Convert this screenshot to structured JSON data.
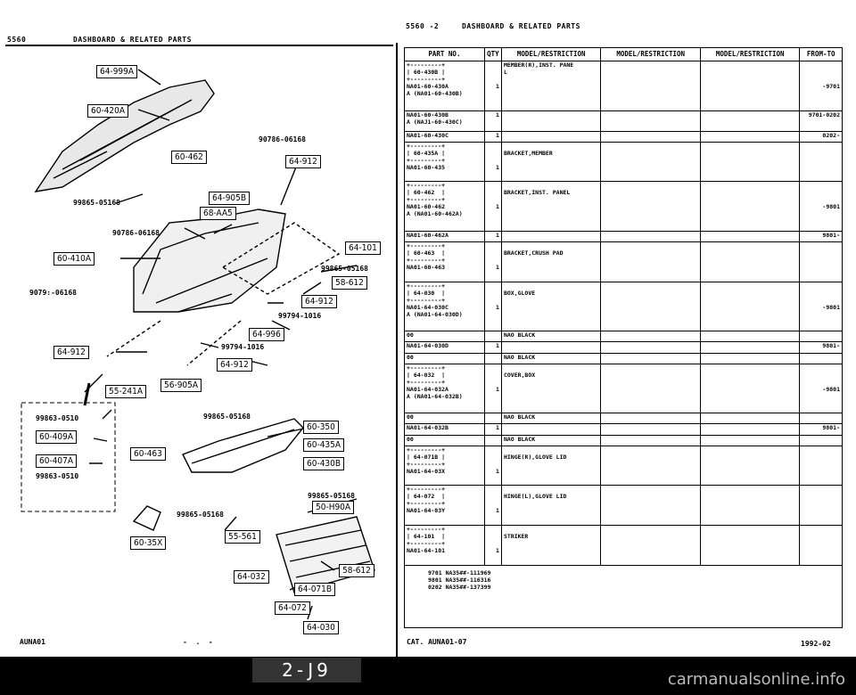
{
  "left_header": {
    "code": "5560",
    "title": "DASHBOARD & RELATED PARTS"
  },
  "right_header": {
    "code": "5560 -2",
    "title": "DASHBOARD & RELATED PARTS"
  },
  "diagram": {
    "boxes": [
      "64-999A",
      "60-420A",
      "60-462",
      "64-912",
      "64-905B",
      "68-AA5",
      "64-101",
      "60-410A",
      "58-612",
      "64-912",
      "64-996",
      "64-912",
      "64-912",
      "55-241A",
      "56-905A",
      "60-409A",
      "60-407A",
      "60-350",
      "60-435A",
      "60-463",
      "60-430B",
      "50-H90A",
      "60-35X",
      "55-561",
      "58-612",
      "64-032",
      "64-071B",
      "64-072",
      "64-030"
    ],
    "labels": [
      "90786-06168",
      "99865-05168",
      "90786-06168",
      "99865-05168",
      "9079:-06168",
      "99794-1016",
      "99794-1016",
      "99863-0510",
      "99863-0510",
      "99865-05168",
      "99865-05168",
      "99865-05168"
    ]
  },
  "table": {
    "headers": [
      "PART NO.",
      "QTY",
      "MODEL/RESTRICTION",
      "MODEL/RESTRICTION",
      "MODEL/RESTRICTION",
      "FROM-TO"
    ],
    "rows": [
      {
        "part": [
          "+---------+",
          "| 60-430B |",
          "+---------+",
          "NA01-60-430A",
          "A (NA01-60-430B)"
        ],
        "qty": [
          "",
          "",
          "",
          "1",
          ""
        ],
        "model": [
          "MEMBER(R),INST. PANE",
          "L",
          "",
          "",
          ""
        ],
        "from": [
          "",
          "",
          "",
          "-9701",
          ""
        ]
      },
      {
        "part": [
          "NA01-60-430B",
          "A (NAJ1-60-430C)"
        ],
        "qty": [
          "1",
          ""
        ],
        "model": [
          "",
          ""
        ],
        "from": [
          "9701-0202",
          ""
        ]
      },
      {
        "part": [
          "NA01-60-430C"
        ],
        "qty": [
          "1"
        ],
        "model": [
          ""
        ],
        "from": [
          "0202-"
        ]
      },
      {
        "part": [
          "+---------+",
          "| 60-435A |",
          "+---------+",
          "NA01-60-435"
        ],
        "qty": [
          "",
          "",
          "",
          "1"
        ],
        "model": [
          "",
          "BRACKET,MEMBER",
          "",
          ""
        ],
        "from": [
          "",
          "",
          "",
          ""
        ]
      },
      {
        "part": [
          "+---------+",
          "| 60-462  |",
          "+---------+",
          "NA01-60-462",
          "A (NA01-60-462A)"
        ],
        "qty": [
          "",
          "",
          "",
          "1",
          ""
        ],
        "model": [
          "",
          "BRACKET,INST. PANEL",
          "",
          "",
          ""
        ],
        "from": [
          "",
          "",
          "",
          "-9801",
          ""
        ]
      },
      {
        "part": [
          "NA01-60-462A"
        ],
        "qty": [
          "1"
        ],
        "model": [
          ""
        ],
        "from": [
          "9801-"
        ]
      },
      {
        "part": [
          "+---------+",
          "| 60-463  |",
          "+---------+",
          "NA01-60-463"
        ],
        "qty": [
          "",
          "",
          "",
          "1"
        ],
        "model": [
          "",
          "BRACKET,CRUSH PAD",
          "",
          ""
        ],
        "from": [
          "",
          "",
          "",
          ""
        ]
      },
      {
        "part": [
          "+---------+",
          "| 64-030  |",
          "+---------+",
          "NA01-64-030C",
          "A (NA01-64-030D)"
        ],
        "qty": [
          "",
          "",
          "",
          "1",
          ""
        ],
        "model": [
          "",
          "BOX,GLOVE",
          "",
          "",
          ""
        ],
        "from": [
          "",
          "",
          "",
          "-9801",
          ""
        ]
      },
      {
        "part": [
          "00"
        ],
        "qty": [
          ""
        ],
        "model": [
          "NAO BLACK"
        ],
        "from": [
          ""
        ]
      },
      {
        "part": [
          "NA01-64-030D"
        ],
        "qty": [
          "1"
        ],
        "model": [
          ""
        ],
        "from": [
          "9801-"
        ]
      },
      {
        "part": [
          "00"
        ],
        "qty": [
          ""
        ],
        "model": [
          "NAO BLACK"
        ],
        "from": [
          ""
        ]
      },
      {
        "part": [
          "+---------+",
          "| 64-032  |",
          "+---------+",
          "NA01-64-032A",
          "A (NA01-64-032B)"
        ],
        "qty": [
          "",
          "",
          "",
          "1",
          ""
        ],
        "model": [
          "",
          "COVER,BOX",
          "",
          "",
          ""
        ],
        "from": [
          "",
          "",
          "",
          "-9801",
          ""
        ]
      },
      {
        "part": [
          "00"
        ],
        "qty": [
          ""
        ],
        "model": [
          "NAO BLACK"
        ],
        "from": [
          ""
        ]
      },
      {
        "part": [
          "NA01-64-032B"
        ],
        "qty": [
          "1"
        ],
        "model": [
          ""
        ],
        "from": [
          "9801-"
        ]
      },
      {
        "part": [
          "00"
        ],
        "qty": [
          ""
        ],
        "model": [
          "NAO BLACK"
        ],
        "from": [
          ""
        ]
      },
      {
        "part": [
          "+---------+",
          "| 64-071B |",
          "+---------+",
          "NA01-64-03X"
        ],
        "qty": [
          "",
          "",
          "",
          "1"
        ],
        "model": [
          "",
          "HINGE(R),GLOVE LID",
          "",
          ""
        ],
        "from": [
          "",
          "",
          "",
          ""
        ]
      },
      {
        "part": [
          "+---------+",
          "| 64-072  |",
          "+---------+",
          "NA01-64-03Y"
        ],
        "qty": [
          "",
          "",
          "",
          "1"
        ],
        "model": [
          "",
          "HINGE(L),GLOVE LID",
          "",
          ""
        ],
        "from": [
          "",
          "",
          "",
          ""
        ]
      },
      {
        "part": [
          "+---------+",
          "| 64-101  |",
          "+---------+",
          "NA01-64-101"
        ],
        "qty": [
          "",
          "",
          "",
          "1"
        ],
        "model": [
          "",
          "STRIKER",
          "",
          ""
        ],
        "from": [
          "",
          "",
          "",
          ""
        ]
      }
    ],
    "notes": [
      "9701 NA35##-111969",
      "9801 NA35##-116316",
      "0202 NA35##-137399"
    ]
  },
  "footer": {
    "left": "AUNA01",
    "center_mark": "-  .  -",
    "cat": "CAT. AUNA01-07",
    "date": "1992-02",
    "page": "2-J9",
    "watermark": "carmanualsonline.info"
  }
}
